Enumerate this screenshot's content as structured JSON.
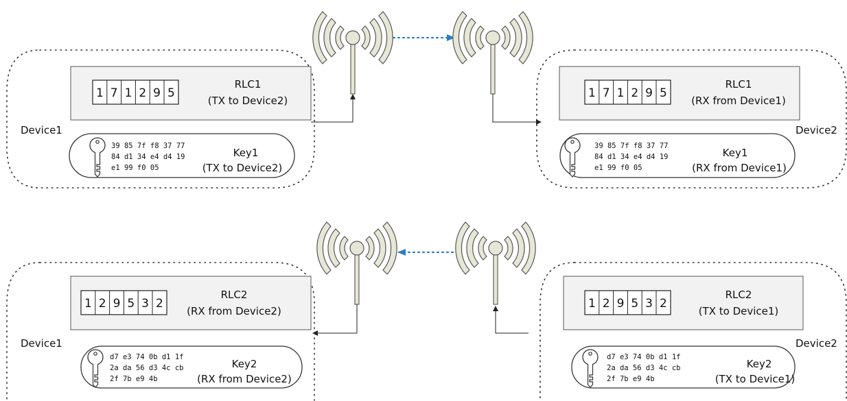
{
  "panels": [
    {
      "id": "top-left",
      "device": "Device1",
      "rlc_title": "RLC1",
      "rlc_role": "(TX to Device2)",
      "digits": [
        "1",
        "7",
        "1",
        "2",
        "9",
        "5"
      ],
      "key_title": "Key1",
      "key_role": "(TX to Device2)",
      "key_lines": [
        "39 85 7f f8 37 77",
        "84 d1 34 e4 d4 19",
        "e1 99 f0 05"
      ]
    },
    {
      "id": "top-right",
      "device": "Device2",
      "rlc_title": "RLC1",
      "rlc_role": "(RX from Device1)",
      "digits": [
        "1",
        "7",
        "1",
        "2",
        "9",
        "5"
      ],
      "key_title": "Key1",
      "key_role": "(RX from Device1)",
      "key_lines": [
        "39 85 7f f8 37 77",
        "84 d1 34 e4 d4 19",
        "e1 99 f0 05"
      ]
    },
    {
      "id": "bottom-left",
      "device": "Device1",
      "rlc_title": "RLC2",
      "rlc_role": "(RX from Device2)",
      "digits": [
        "1",
        "2",
        "9",
        "5",
        "3",
        "2"
      ],
      "key_title": "Key2",
      "key_role": "(RX from Device2)",
      "key_lines": [
        "d7 e3 74 0b d1 1f",
        "2a da 56 d3 4c cb",
        "2f 7b e9 4b"
      ]
    },
    {
      "id": "bottom-right",
      "device": "Device2",
      "rlc_title": "RLC2",
      "rlc_role": "(TX to Device1)",
      "digits": [
        "1",
        "2",
        "9",
        "5",
        "3",
        "2"
      ],
      "key_title": "Key2",
      "key_role": "(TX to Device1)",
      "key_lines": [
        "d7 e3 74 0b d1 1f",
        "2a da 56 d3 4c cb",
        "2f 7b e9 4b"
      ]
    }
  ],
  "colors": {
    "rlc_fill": "#f2f2f2",
    "antenna_fill": "#e6e7d6",
    "link_arrow": "#2f7dc4",
    "outline": "#555555"
  },
  "icons": [
    "antenna-icon",
    "key-icon"
  ]
}
